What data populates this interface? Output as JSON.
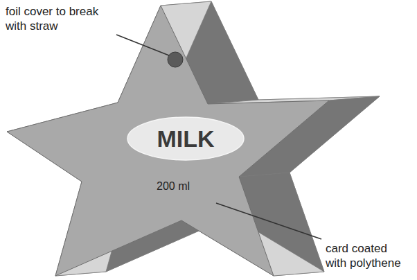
{
  "diagram": {
    "nodes": [
      {
        "text": [
          "MILK"
        ]
      }
    ],
    "labels": [
      "foil cover to break with straw",
      "200 ml",
      "card coated with polythene"
    ]
  }
}
